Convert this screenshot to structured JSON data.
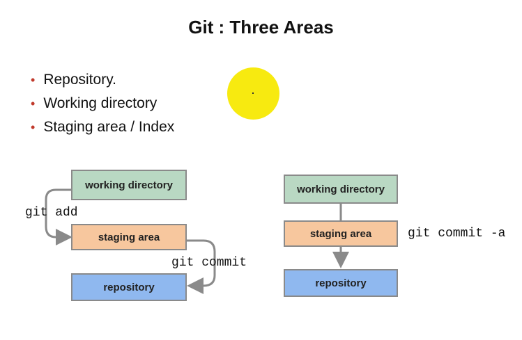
{
  "slide": {
    "title": "Git : Three Areas",
    "bullets": [
      "Repository.",
      "Working directory",
      "Staging area / Index"
    ]
  },
  "diagram_left": {
    "working": "working directory",
    "staging": "staging area",
    "repository": "repository",
    "add_label": "git add",
    "commit_label": "git commit"
  },
  "diagram_right": {
    "working": "working directory",
    "staging": "staging area",
    "repository": "repository",
    "commit_a_label": "git commit -a"
  },
  "colors": {
    "working": "#b9d8c3",
    "staging": "#f7c79e",
    "repository": "#8fb8ef",
    "bullet": "#c0392b",
    "highlight": "#f7ea10"
  }
}
